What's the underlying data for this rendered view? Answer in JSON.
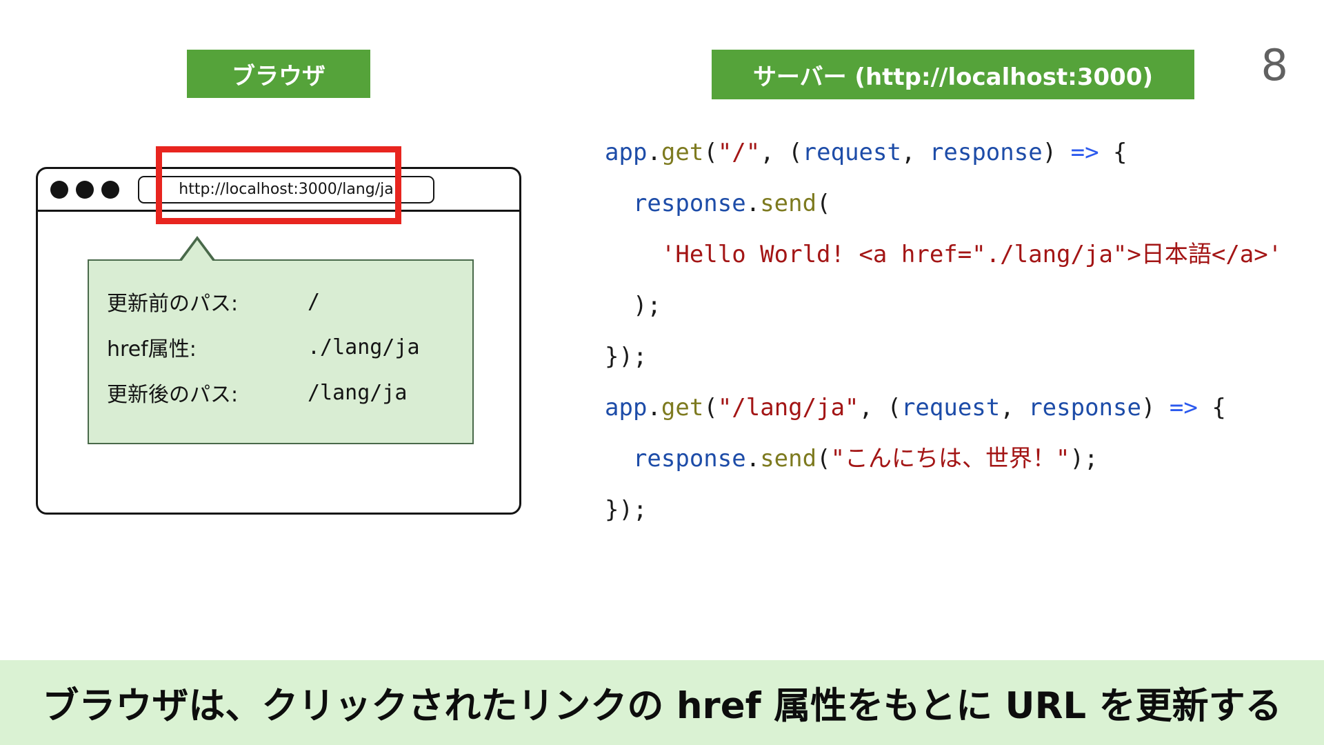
{
  "page": {
    "number": "8"
  },
  "badges": {
    "browser": "ブラウザ",
    "server": "サーバー (http://localhost:3000)"
  },
  "colors": {
    "badge_green": "#55a33a",
    "callout_bg": "#d9edd3",
    "callout_border": "#49694a",
    "highlight_red": "#e8251f",
    "banner_bg": "#daf2d3"
  },
  "browser_window": {
    "url": "http://localhost:3000/lang/ja"
  },
  "callout": {
    "rows": [
      {
        "label": "更新前のパス:",
        "value": "/"
      },
      {
        "label": "href属性:",
        "value": "./lang/ja"
      },
      {
        "label": "更新後のパス:",
        "value": "/lang/ja"
      }
    ]
  },
  "code": {
    "colors": {
      "plain": "#1a1a1a",
      "var": "#1d4ca8",
      "func": "#7d7a1f",
      "str": "#a31515",
      "op": "#2b59ee"
    },
    "lines": [
      [
        {
          "t": "app",
          "c": "var"
        },
        {
          "t": ".",
          "c": "plain"
        },
        {
          "t": "get",
          "c": "func"
        },
        {
          "t": "(",
          "c": "plain"
        },
        {
          "t": "\"/\"",
          "c": "str"
        },
        {
          "t": ", (",
          "c": "plain"
        },
        {
          "t": "request",
          "c": "var"
        },
        {
          "t": ", ",
          "c": "plain"
        },
        {
          "t": "response",
          "c": "var"
        },
        {
          "t": ") ",
          "c": "plain"
        },
        {
          "t": "=>",
          "c": "op"
        },
        {
          "t": " {",
          "c": "plain"
        }
      ],
      [
        {
          "t": "  ",
          "c": "plain"
        },
        {
          "t": "response",
          "c": "var"
        },
        {
          "t": ".",
          "c": "plain"
        },
        {
          "t": "send",
          "c": "func"
        },
        {
          "t": "(",
          "c": "plain"
        }
      ],
      [
        {
          "t": "    ",
          "c": "plain"
        },
        {
          "t": "'Hello World! <a href=\"./lang/ja\">日本語</a>'",
          "c": "str"
        }
      ],
      [
        {
          "t": "  );",
          "c": "plain"
        }
      ],
      [
        {
          "t": "});",
          "c": "plain"
        }
      ],
      [
        {
          "t": "app",
          "c": "var"
        },
        {
          "t": ".",
          "c": "plain"
        },
        {
          "t": "get",
          "c": "func"
        },
        {
          "t": "(",
          "c": "plain"
        },
        {
          "t": "\"/lang/ja\"",
          "c": "str"
        },
        {
          "t": ", (",
          "c": "plain"
        },
        {
          "t": "request",
          "c": "var"
        },
        {
          "t": ", ",
          "c": "plain"
        },
        {
          "t": "response",
          "c": "var"
        },
        {
          "t": ") ",
          "c": "plain"
        },
        {
          "t": "=>",
          "c": "op"
        },
        {
          "t": " {",
          "c": "plain"
        }
      ],
      [
        {
          "t": "  ",
          "c": "plain"
        },
        {
          "t": "response",
          "c": "var"
        },
        {
          "t": ".",
          "c": "plain"
        },
        {
          "t": "send",
          "c": "func"
        },
        {
          "t": "(",
          "c": "plain"
        },
        {
          "t": "\"こんにちは、世界！\"",
          "c": "str"
        },
        {
          "t": ");",
          "c": "plain"
        }
      ],
      [
        {
          "t": "});",
          "c": "plain"
        }
      ]
    ]
  },
  "banner": {
    "text": "ブラウザは、クリックされたリンクの href 属性をもとに URL を更新する"
  }
}
